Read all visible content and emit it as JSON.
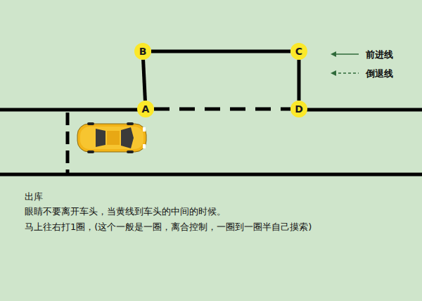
{
  "diagram": {
    "nodes": [
      {
        "text": [
          "B"
        ]
      },
      {
        "text": [
          "C"
        ]
      },
      {
        "text": [
          "A"
        ]
      },
      {
        "text": [
          "D"
        ]
      }
    ],
    "edges": [
      {
        "from": 0,
        "to": 1,
        "arrow": "none"
      },
      {
        "from": 0,
        "to": 2,
        "arrow": "none"
      },
      {
        "from": 1,
        "to": 3,
        "arrow": "none"
      },
      {
        "from": 2,
        "to": 3,
        "arrow": "none"
      }
    ],
    "labels": [
      "出库",
      "眼睛不要离开车头，当黄线到车头的中间的时候。",
      "马上往右打1圈，(这个一般是一圈，离合控制，一圈到一圈半自己摸索)"
    ],
    "legend": [
      {
        "text": "前进线"
      },
      {
        "text": "倒退线"
      }
    ]
  }
}
